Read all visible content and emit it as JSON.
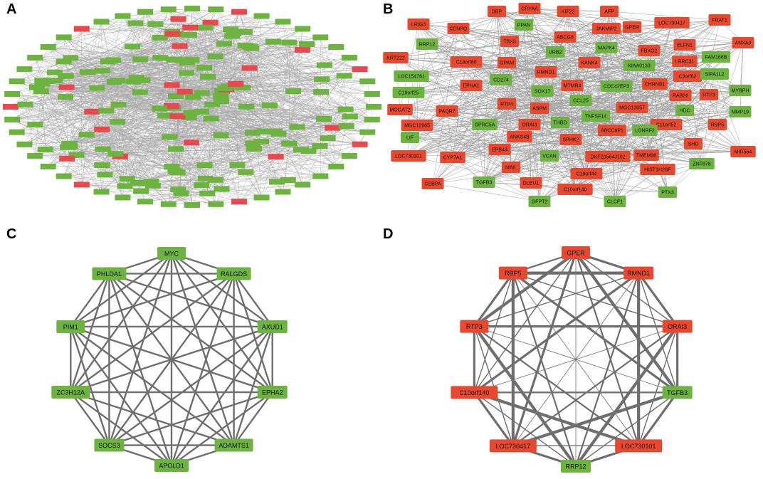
{
  "colors": {
    "up": "#e8492e",
    "down": "#6db33f",
    "upA": "#e8484e",
    "edge": "#6e6e6e"
  },
  "panel_a": {
    "label": "A",
    "up_count": 28,
    "down_count": 172
  },
  "panel_b": {
    "label": "B",
    "nodes": [
      {
        "name": "DBP",
        "c": "up"
      },
      {
        "name": "CRYAA",
        "c": "up"
      },
      {
        "name": "KIF22",
        "c": "up"
      },
      {
        "name": "AFP",
        "c": "up"
      },
      {
        "name": "LRIG3",
        "c": "up"
      },
      {
        "name": "CENPQ",
        "c": "up"
      },
      {
        "name": "PPAN",
        "c": "down"
      },
      {
        "name": "JAKMIP2",
        "c": "up"
      },
      {
        "name": "GPER",
        "c": "up"
      },
      {
        "name": "LOC730417",
        "c": "up"
      },
      {
        "name": "FRAT1",
        "c": "up"
      },
      {
        "name": "ABCG8",
        "c": "up"
      },
      {
        "name": "RRP12",
        "c": "down"
      },
      {
        "name": "TBX3",
        "c": "up"
      },
      {
        "name": "MAPK4",
        "c": "down"
      },
      {
        "name": "FBXO2",
        "c": "up"
      },
      {
        "name": "ELFN1",
        "c": "up"
      },
      {
        "name": "ANXA9",
        "c": "up"
      },
      {
        "name": "URB2",
        "c": "down"
      },
      {
        "name": "FAM168B",
        "c": "down"
      },
      {
        "name": "KRT222",
        "c": "up"
      },
      {
        "name": "C14orf80",
        "c": "up"
      },
      {
        "name": "GPAM",
        "c": "up"
      },
      {
        "name": "KANK4",
        "c": "up"
      },
      {
        "name": "KIAA0133",
        "c": "down"
      },
      {
        "name": "LRRC31",
        "c": "up"
      },
      {
        "name": "C3orf62",
        "c": "up"
      },
      {
        "name": "SIPA1L2",
        "c": "down"
      },
      {
        "name": "RMND1",
        "c": "up"
      },
      {
        "name": "LOC154761",
        "c": "down"
      },
      {
        "name": "CD274",
        "c": "down"
      },
      {
        "name": "C19orf25",
        "c": "down"
      },
      {
        "name": "EPHA1",
        "c": "up"
      },
      {
        "name": "SOX17",
        "c": "down"
      },
      {
        "name": "MTMR4",
        "c": "up"
      },
      {
        "name": "CDC42EP3",
        "c": "down"
      },
      {
        "name": "CHRNB1",
        "c": "up"
      },
      {
        "name": "RAB26",
        "c": "up"
      },
      {
        "name": "RTP3",
        "c": "up"
      },
      {
        "name": "MYBPH",
        "c": "down"
      },
      {
        "name": "MOGAT2",
        "c": "up"
      },
      {
        "name": "PAQR7",
        "c": "up"
      },
      {
        "name": "RTP4",
        "c": "up"
      },
      {
        "name": "ASPM",
        "c": "up"
      },
      {
        "name": "CCL25",
        "c": "down"
      },
      {
        "name": "MGC13057",
        "c": "up"
      },
      {
        "name": "HDC",
        "c": "down"
      },
      {
        "name": "MMP19",
        "c": "down"
      },
      {
        "name": "TNFSF14",
        "c": "down"
      },
      {
        "name": "MGC12965",
        "c": "up"
      },
      {
        "name": "GPRC5A",
        "c": "down"
      },
      {
        "name": "ORAI3",
        "c": "up"
      },
      {
        "name": "THBD",
        "c": "down"
      },
      {
        "name": "C11orf52",
        "c": "up"
      },
      {
        "name": "RBP5",
        "c": "up"
      },
      {
        "name": "LIF",
        "c": "down"
      },
      {
        "name": "ANKS4B",
        "c": "up"
      },
      {
        "name": "SPHK2",
        "c": "up"
      },
      {
        "name": "ABCC8P1",
        "c": "up"
      },
      {
        "name": "LONRF2",
        "c": "down"
      },
      {
        "name": "SHD",
        "c": "up"
      },
      {
        "name": "LOC730101",
        "c": "up"
      },
      {
        "name": "CYP7A1",
        "c": "up"
      },
      {
        "name": "EPB49",
        "c": "up"
      },
      {
        "name": "VCAN",
        "c": "down"
      },
      {
        "name": "DKFZp564J102",
        "c": "up"
      },
      {
        "name": "TMEM98",
        "c": "up"
      },
      {
        "name": "ZNF878",
        "c": "down"
      },
      {
        "name": "MIR564",
        "c": "up"
      },
      {
        "name": "NINL",
        "c": "up"
      },
      {
        "name": "C19orf44",
        "c": "up"
      },
      {
        "name": "HIST1H2BF",
        "c": "up"
      },
      {
        "name": "CEBPA",
        "c": "up"
      },
      {
        "name": "TGFB3",
        "c": "down"
      },
      {
        "name": "DLEU1",
        "c": "up"
      },
      {
        "name": "C10orf140",
        "c": "up"
      },
      {
        "name": "GFPT2",
        "c": "down"
      },
      {
        "name": "CLCF1",
        "c": "down"
      },
      {
        "name": "PTX3",
        "c": "down"
      }
    ]
  },
  "panel_c": {
    "label": "C",
    "nodes": [
      {
        "name": "MYC",
        "c": "down"
      },
      {
        "name": "RALGDS",
        "c": "down"
      },
      {
        "name": "AXUD1",
        "c": "down"
      },
      {
        "name": "EPHA2",
        "c": "down"
      },
      {
        "name": "ADAMTS1",
        "c": "down"
      },
      {
        "name": "APOLD1",
        "c": "down"
      },
      {
        "name": "SOCS3",
        "c": "down"
      },
      {
        "name": "ZC3H12A",
        "c": "down"
      },
      {
        "name": "PIM1",
        "c": "down"
      },
      {
        "name": "PHLDA1",
        "c": "down"
      }
    ]
  },
  "panel_d": {
    "label": "D",
    "nodes": [
      {
        "name": "GPER",
        "c": "up"
      },
      {
        "name": "RMND1",
        "c": "up"
      },
      {
        "name": "ORAI3",
        "c": "up"
      },
      {
        "name": "TGFB3",
        "c": "down"
      },
      {
        "name": "LOC730101",
        "c": "up"
      },
      {
        "name": "RRP12",
        "c": "down"
      },
      {
        "name": "LOC730417",
        "c": "up"
      },
      {
        "name": "C10orf140",
        "c": "up"
      },
      {
        "name": "RTP3",
        "c": "up"
      },
      {
        "name": "RBP5",
        "c": "up"
      }
    ]
  }
}
